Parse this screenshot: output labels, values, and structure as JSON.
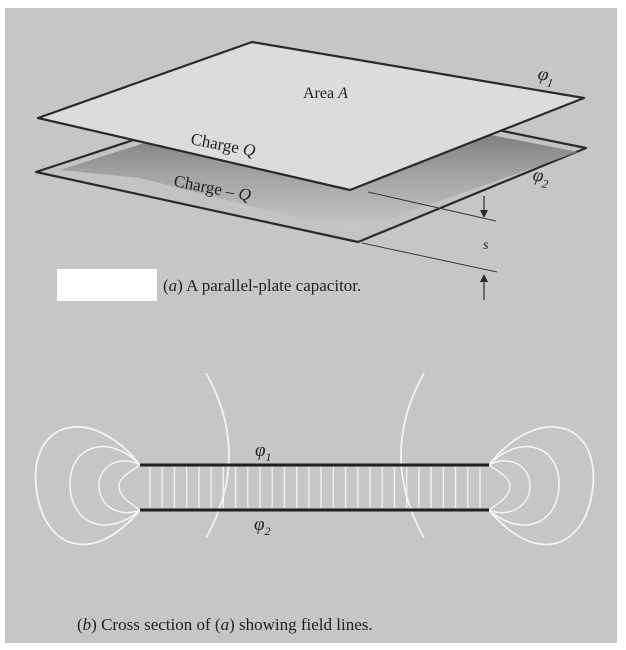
{
  "panel_a": {
    "area_label": "Area",
    "area_var": "A",
    "top_charge_label": "Charge",
    "top_charge_var": "Q",
    "bottom_charge_label": "Charge –",
    "bottom_charge_var": "Q",
    "phi1_symbol": "φ",
    "phi1_sub": "1",
    "phi2_symbol": "φ",
    "phi2_sub": "2",
    "gap_label": "s",
    "caption_letter": "a",
    "caption_text": "A parallel-plate capacitor."
  },
  "panel_b": {
    "phi1_symbol": "φ",
    "phi1_sub": "1",
    "phi2_symbol": "φ",
    "phi2_sub": "2",
    "caption_letter": "b",
    "caption_mid": "Cross section of",
    "caption_ref": "a",
    "caption_end": "showing field lines."
  },
  "colors": {
    "background": "#c6c6c6",
    "plate_top": "#dcdcdc",
    "plate_line": "#2a2a2a",
    "field_line": "#f4f4f4"
  }
}
